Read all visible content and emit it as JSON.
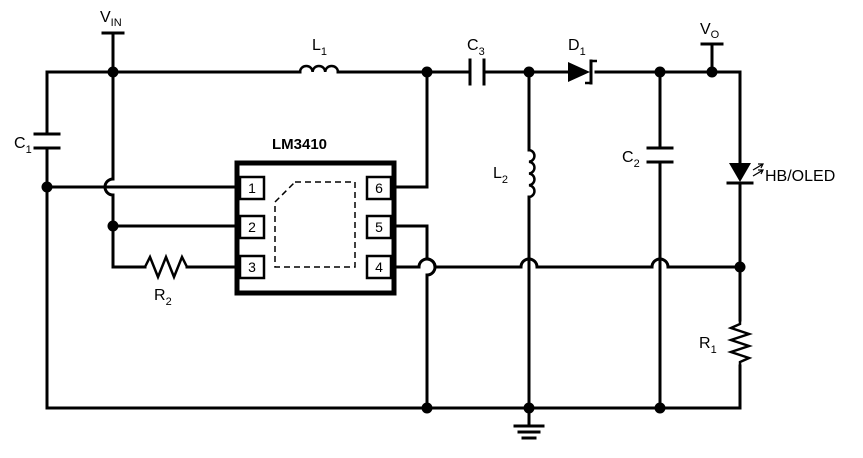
{
  "ic": {
    "name": "LM3410",
    "pins": [
      "1",
      "2",
      "3",
      "6",
      "5",
      "4"
    ]
  },
  "components": {
    "vin": {
      "main": "V",
      "sub": "IN"
    },
    "vo": {
      "main": "V",
      "sub": "O"
    },
    "l1": {
      "main": "L",
      "sub": "1"
    },
    "l2": {
      "main": "L",
      "sub": "2"
    },
    "c1": {
      "main": "C",
      "sub": "1"
    },
    "c2": {
      "main": "C",
      "sub": "2"
    },
    "c3": {
      "main": "C",
      "sub": "3"
    },
    "d1": {
      "main": "D",
      "sub": "1"
    },
    "r1": {
      "main": "R",
      "sub": "1"
    },
    "r2": {
      "main": "R",
      "sub": "2"
    },
    "led": "HB/OLED"
  }
}
